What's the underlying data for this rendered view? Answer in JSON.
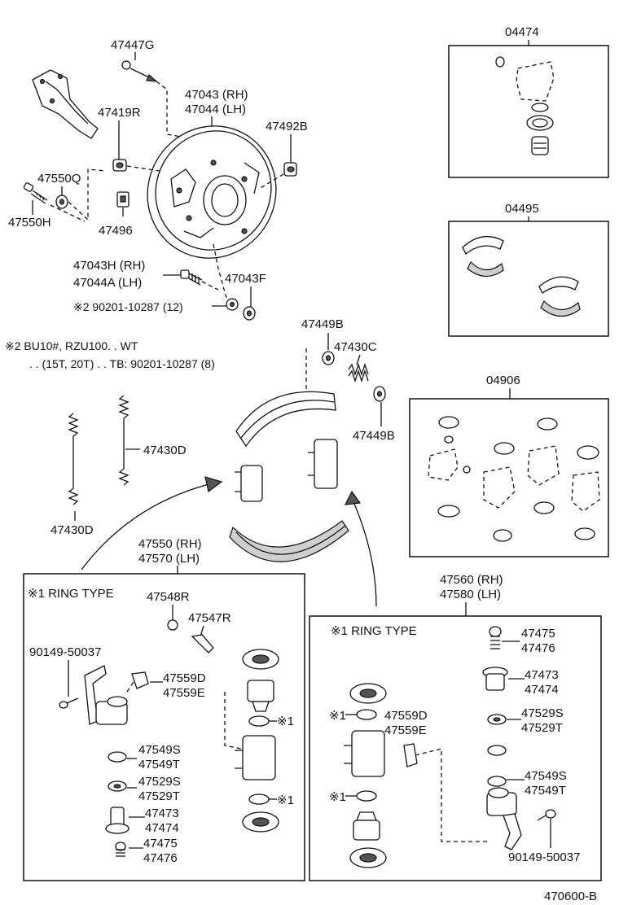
{
  "part_labels": {
    "p47447G": "47447G",
    "p47043_rh": "47043 (RH)",
    "p47044_lh": "47044 (LH)",
    "p47419R": "47419R",
    "p47492B": "47492B",
    "p47550Q": "47550Q",
    "p47550H": "47550H",
    "p47496": "47496",
    "p47043H_rh": "47043H (RH)",
    "p47044A_lh": "47044A (LH)",
    "p47043F": "47043F",
    "bolt_note": "※2 90201-10287 (12)",
    "p47449B_top": "47449B",
    "p47430C": "47430C",
    "p47449B_bot": "47449B",
    "p47430D_right": "47430D",
    "p47430D_bottom": "47430D",
    "p47550_rh": "47550 (RH)",
    "p47570_lh": "47570 (LH)",
    "p47560_rh": "47560 (RH)",
    "p47580_lh": "47580 (LH)"
  },
  "kits": {
    "k04474": "04474",
    "k04495": "04495",
    "k04906": "04906"
  },
  "footnote": {
    "line1": "※2 BU10#, RZU100. . WT",
    "line2": ". . (15T, 20T) . . TB: 90201-10287 (8)"
  },
  "left_box": {
    "title": "※1 RING TYPE",
    "p47548R": "47548R",
    "p47547R": "47547R",
    "p90149": "90149-50037",
    "p47559D": "47559D",
    "p47559E": "47559E",
    "p47549S": "47549S",
    "p47549T": "47549T",
    "p47529S": "47529S",
    "p47529T": "47529T",
    "p47473": "47473",
    "p47474": "47474",
    "p47475": "47475",
    "p47476": "47476",
    "ring_mark_a": "※1",
    "ring_mark_b": "※1"
  },
  "right_box": {
    "title": "※1 RING TYPE",
    "p47475": "47475",
    "p47476": "47476",
    "p47473": "47473",
    "p47474": "47474",
    "p47529S": "47529S",
    "p47529T": "47529T",
    "p47559D": "47559D",
    "p47559E": "47559E",
    "p47549S": "47549S",
    "p47549T": "47549T",
    "p90149": "90149-50037",
    "ring_mark_a": "※1",
    "ring_mark_b": "※1"
  },
  "diagram_code": "470600-B"
}
